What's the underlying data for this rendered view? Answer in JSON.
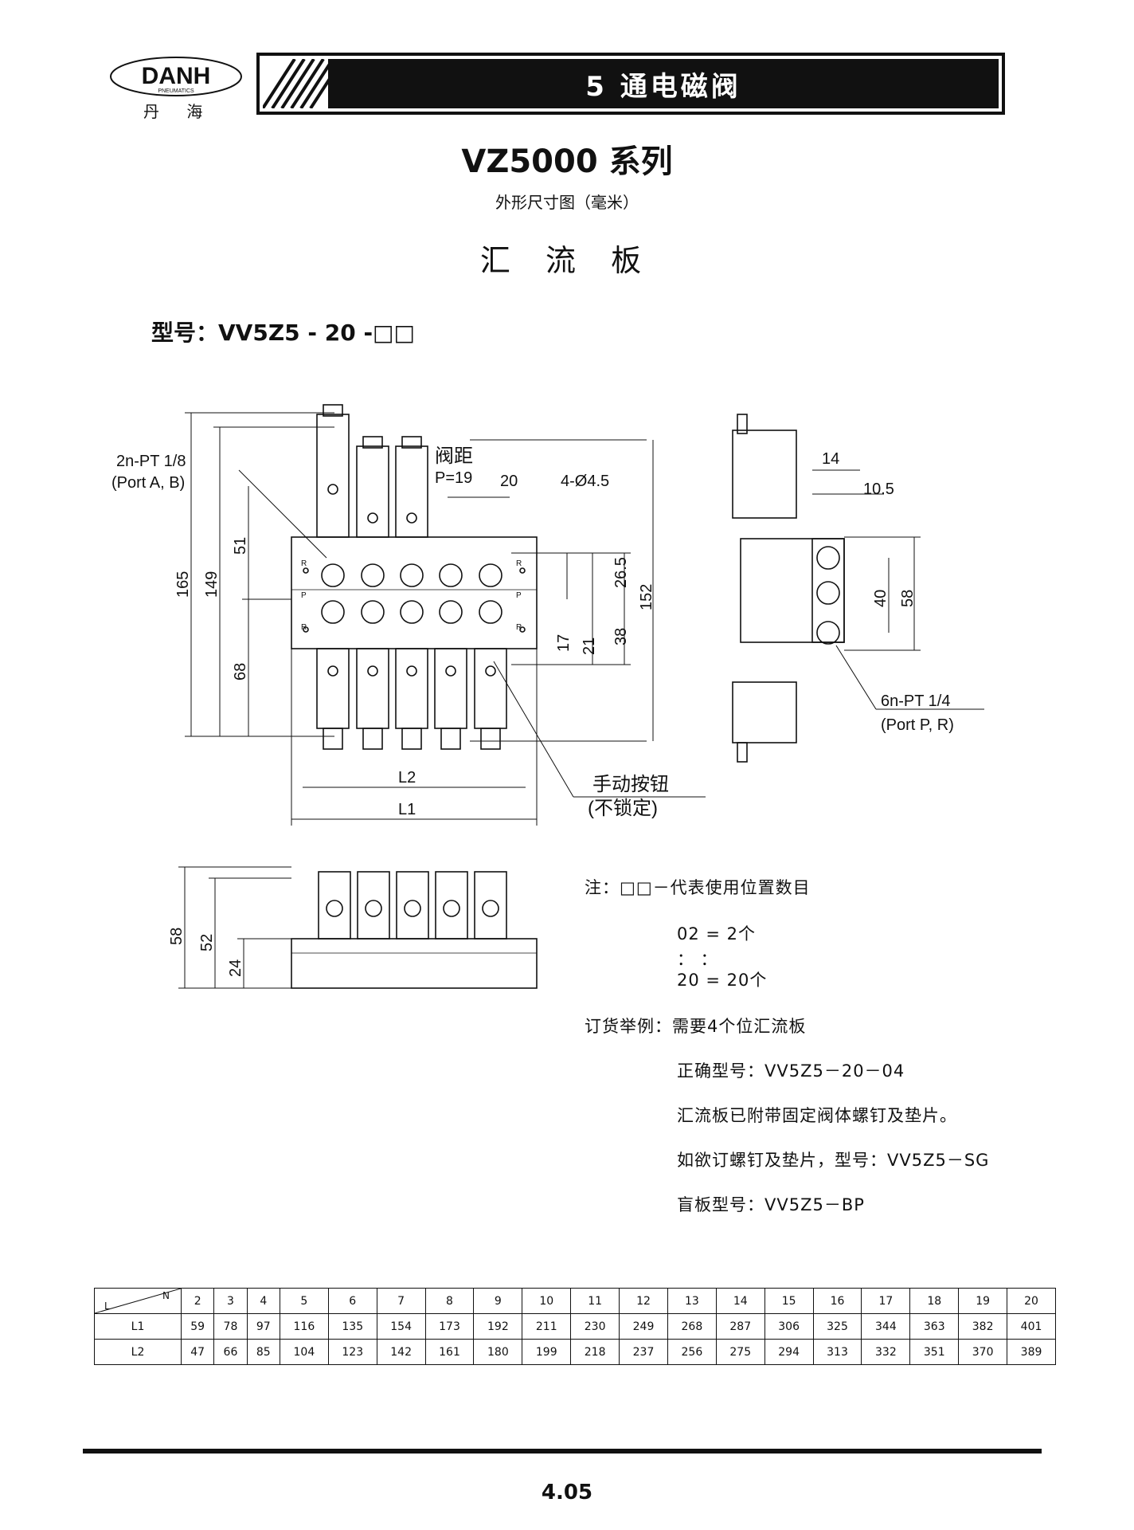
{
  "header": {
    "logo_text": "DANH",
    "logo_tagline": "PNEUMATICS",
    "logo_sub": "丹 海",
    "section_title": "5 通电磁阀"
  },
  "series_title": "VZ5000 系列",
  "subtitle": "外形尺寸图（毫米）",
  "section_name": "汇 流 板",
  "model_label": "型号：VV5Z5 - 20 -□□",
  "drawing": {
    "port_ab": "2n-PT 1/8",
    "port_ab_sub": "(Port A, B)",
    "valve_pitch": "阀距",
    "pitch_value": "P=19",
    "dim_20": "20",
    "holes": "4-Ø4.5",
    "dim_165": "165",
    "dim_149": "149",
    "dim_51": "51",
    "dim_68": "68",
    "dim_26_5": "26.5",
    "dim_152": "152",
    "dim_17": "17",
    "dim_21": "21",
    "dim_38": "38",
    "dim_14": "14",
    "dim_10_5": "10.5",
    "dim_40": "40",
    "dim_58": "58",
    "port_pr": "6n-PT 1/4",
    "port_pr_sub": "(Port P, R)",
    "manual_button": "手动按钮",
    "manual_button_sub": "(不锁定)",
    "l2": "L2",
    "l1": "L1",
    "front_58": "58",
    "front_52": "52",
    "front_24": "24",
    "port_letters": [
      "R",
      "P",
      "R"
    ]
  },
  "notes": {
    "note_label": "注：□□－代表使用位置数目",
    "line1": "02 = 2个",
    "line2": "：    ：",
    "line3": "20 = 20个",
    "order_label": "订货举例：需要4个位汇流板",
    "correct": "正确型号：VV5Z5－20－04",
    "attached": "汇流板已附带固定阀体螺钉及垫片。",
    "screws": "如欲订螺钉及垫片，型号：VV5Z5－SG",
    "blank": "盲板型号：VV5Z5－BP"
  },
  "table": {
    "corner_l": "L",
    "corner_n": "N",
    "n_values": [
      "2",
      "3",
      "4",
      "5",
      "6",
      "7",
      "8",
      "9",
      "10",
      "11",
      "12",
      "13",
      "14",
      "15",
      "16",
      "17",
      "18",
      "19",
      "20"
    ],
    "rows": [
      {
        "label": "L1",
        "values": [
          "59",
          "78",
          "97",
          "116",
          "135",
          "154",
          "173",
          "192",
          "211",
          "230",
          "249",
          "268",
          "287",
          "306",
          "325",
          "344",
          "363",
          "382",
          "401"
        ]
      },
      {
        "label": "L2",
        "values": [
          "47",
          "66",
          "85",
          "104",
          "123",
          "142",
          "161",
          "180",
          "199",
          "218",
          "237",
          "256",
          "275",
          "294",
          "313",
          "332",
          "351",
          "370",
          "389"
        ]
      }
    ]
  },
  "page_number": "4.05"
}
